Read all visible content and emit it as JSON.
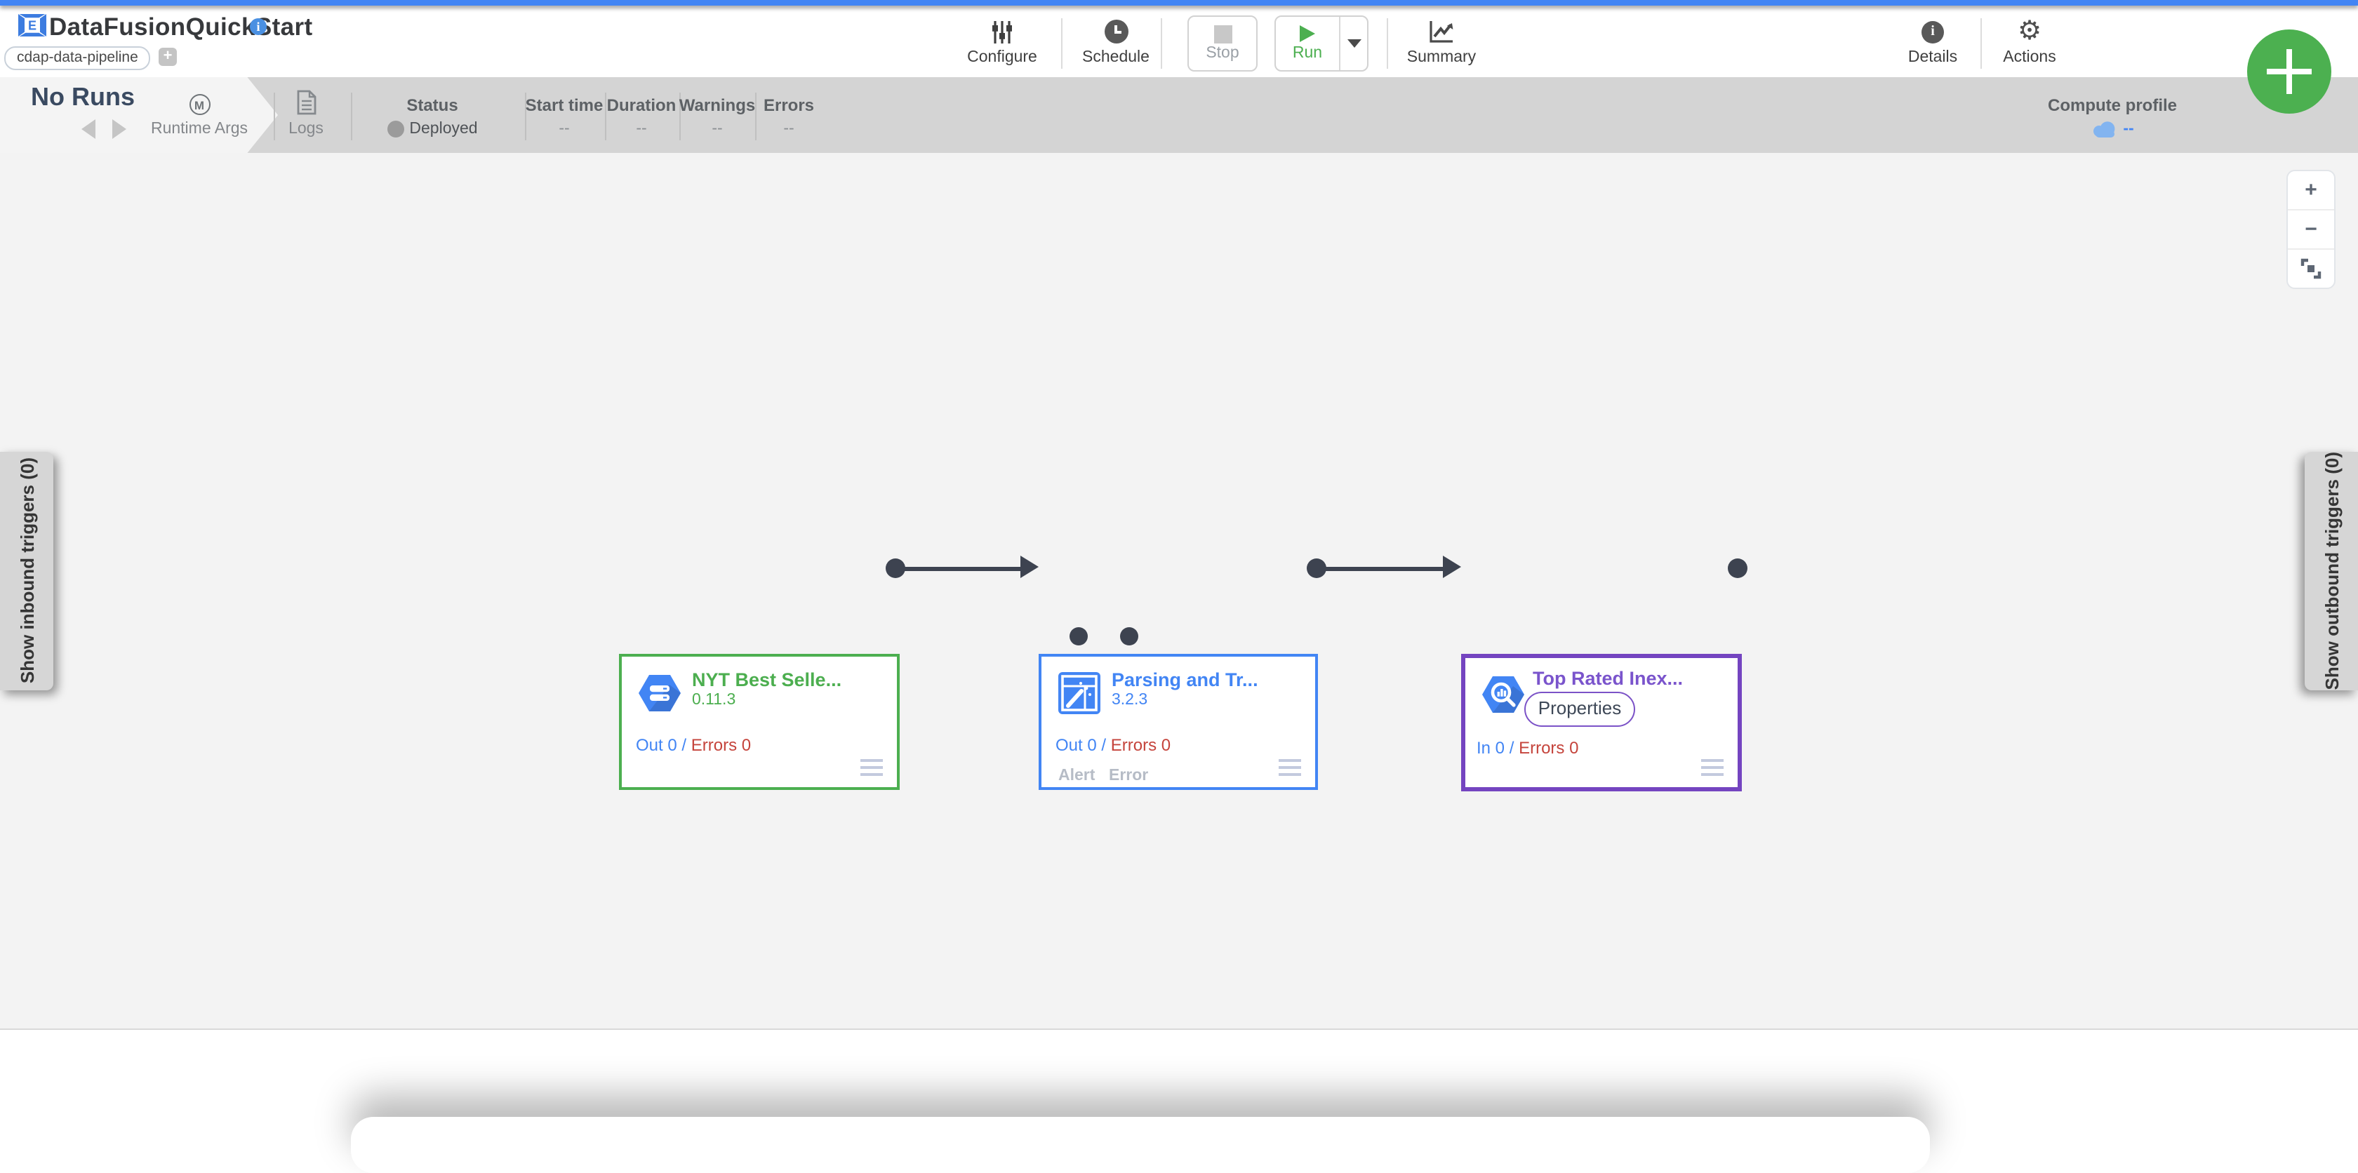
{
  "header": {
    "title": "DataFusionQuickStart",
    "artifact_chip": "cdap-data-pipeline",
    "add_tag_label": "+"
  },
  "toolbar": {
    "configure": "Configure",
    "schedule": "Schedule",
    "stop": "Stop",
    "run": "Run",
    "summary": "Summary",
    "details": "Details",
    "actions": "Actions"
  },
  "runbar": {
    "no_runs": "No Runs",
    "runtime_args": "Runtime Args",
    "logs": "Logs",
    "status_label": "Status",
    "status_value": "Deployed",
    "start_time_label": "Start time",
    "start_time_value": "--",
    "duration_label": "Duration",
    "duration_value": "--",
    "warnings_label": "Warnings",
    "warnings_value": "--",
    "errors_label": "Errors",
    "errors_value": "--",
    "compute_profile_label": "Compute profile",
    "compute_profile_value": "--"
  },
  "canvas": {
    "nodes": [
      {
        "title": "NYT Best Selle...",
        "version": "0.11.3",
        "metric_left": "Out 0",
        "metric_sep": "/",
        "metric_right": "Errors 0"
      },
      {
        "title": "Parsing and Tr...",
        "version": "3.2.3",
        "metric_left": "Out 0",
        "metric_sep": "/",
        "metric_right": "Errors 0",
        "port_alert": "Alert",
        "port_error": "Error"
      },
      {
        "title": "Top Rated Inex...",
        "properties_button": "Properties",
        "metric_left": "In 0",
        "metric_sep": "/",
        "metric_right": "Errors 0"
      }
    ],
    "zoom_in": "+",
    "zoom_out": "−",
    "inbound_tab": "Show inbound triggers (0)",
    "outbound_tab": "Show outbound triggers (0)"
  },
  "colors": {
    "accent_blue": "#4285f4",
    "node_green": "#4caf50",
    "node_purple": "#7444c0",
    "error_red": "#c5443c",
    "port_dark": "#3d4350",
    "fab_green": "#4cb050"
  }
}
